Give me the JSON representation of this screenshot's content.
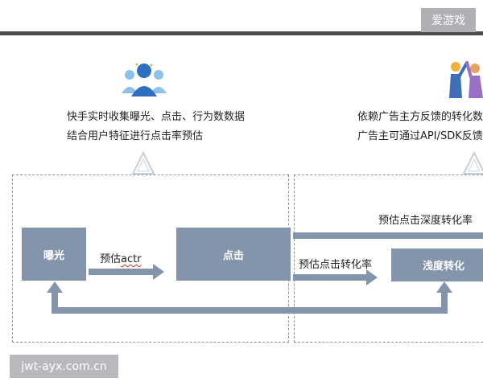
{
  "watermarks": {
    "top": "爱游戏",
    "bottom": "jwt-ayx.com.cn"
  },
  "left_panel": {
    "icon": "users-group-icon",
    "caption_lines": [
      "快手实时收集曝光、点击、行为数数据",
      "结合用户特征进行点击率预估"
    ]
  },
  "right_panel": {
    "icon": "people-high-five-icon",
    "caption_lines": [
      "依赖广告主方反馈的转化数",
      "广告主可通过API/SDK反馈"
    ]
  },
  "nodes": {
    "exposure": "曝光",
    "click": "点击",
    "shallow_conversion": "浅度转化"
  },
  "edges": {
    "predict_actr": {
      "text": "预估",
      "term": "actr"
    },
    "predict_click_conversion": "预估点击转化率",
    "predict_click_deep_conversion": "预估点击深度转化率"
  },
  "colors": {
    "node": "#8394ab",
    "arrow": "#8394ab",
    "dashed_border": "#8796a6",
    "header_rule": "#4a4c50"
  }
}
